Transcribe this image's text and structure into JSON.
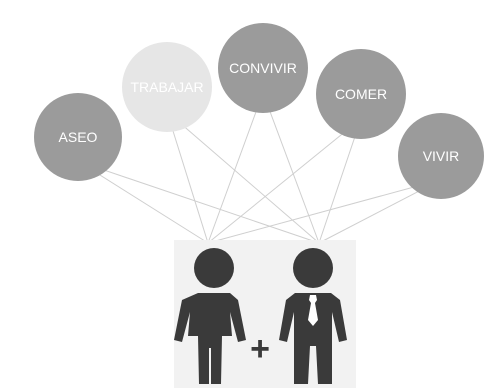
{
  "diagram": {
    "concepts": [
      {
        "id": "aseo",
        "label": "ASEO",
        "fill": "#9b9b9b",
        "text_color": "#ffffff"
      },
      {
        "id": "trabajar",
        "label": "TRABAJAR",
        "fill": "#e6e6e6",
        "text_color": "#4a4a4a"
      },
      {
        "id": "convivir",
        "label": "CONVIVIR",
        "fill": "#9b9b9b",
        "text_color": "#ffffff"
      },
      {
        "id": "comer",
        "label": "COMER",
        "fill": "#9b9b9b",
        "text_color": "#ffffff"
      },
      {
        "id": "vivir",
        "label": "VIVIR",
        "fill": "#9b9b9b",
        "text_color": "#ffffff"
      }
    ],
    "center": {
      "figures": [
        "woman-icon",
        "man-icon"
      ],
      "plus_symbol": "+",
      "figure_color": "#3a3a3a",
      "panel_color": "#f2f2f2"
    },
    "connector_color": "#cfcfcf"
  }
}
